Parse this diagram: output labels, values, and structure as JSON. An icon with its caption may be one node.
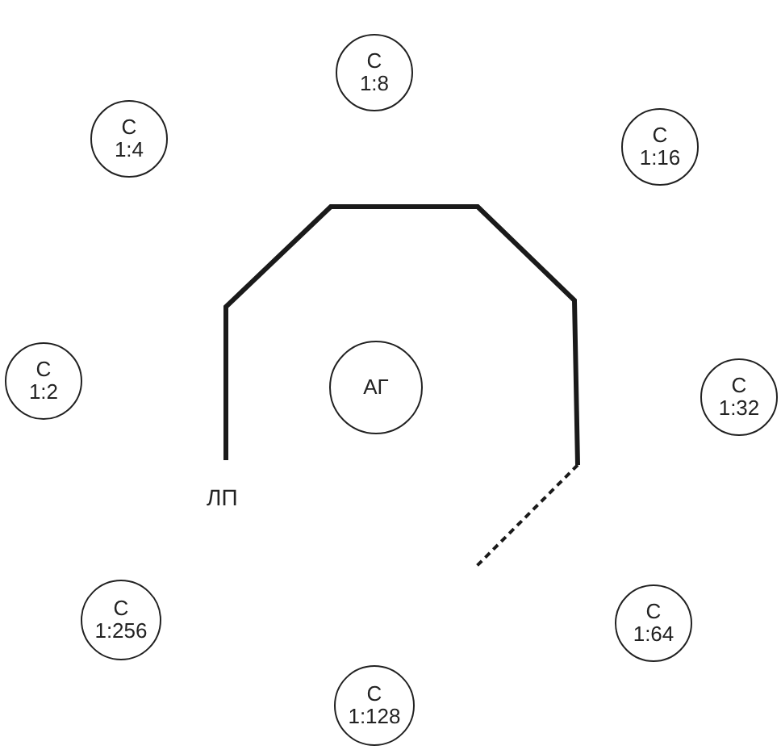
{
  "diagram": {
    "nodes": [
      {
        "text": [
          "С",
          "1:8"
        ]
      },
      {
        "text": [
          "С",
          "1:4"
        ]
      },
      {
        "text": [
          "С",
          "1:16"
        ]
      },
      {
        "text": [
          "С",
          "1:2"
        ]
      },
      {
        "text": [
          "АГ"
        ]
      },
      {
        "text": [
          "С",
          "1:32"
        ]
      },
      {
        "text": [
          "С",
          "1:256"
        ]
      },
      {
        "text": [
          "С",
          "1:64"
        ]
      },
      {
        "text": [
          "С",
          "1:128"
        ]
      }
    ],
    "labels": [
      "ЛП"
    ]
  }
}
